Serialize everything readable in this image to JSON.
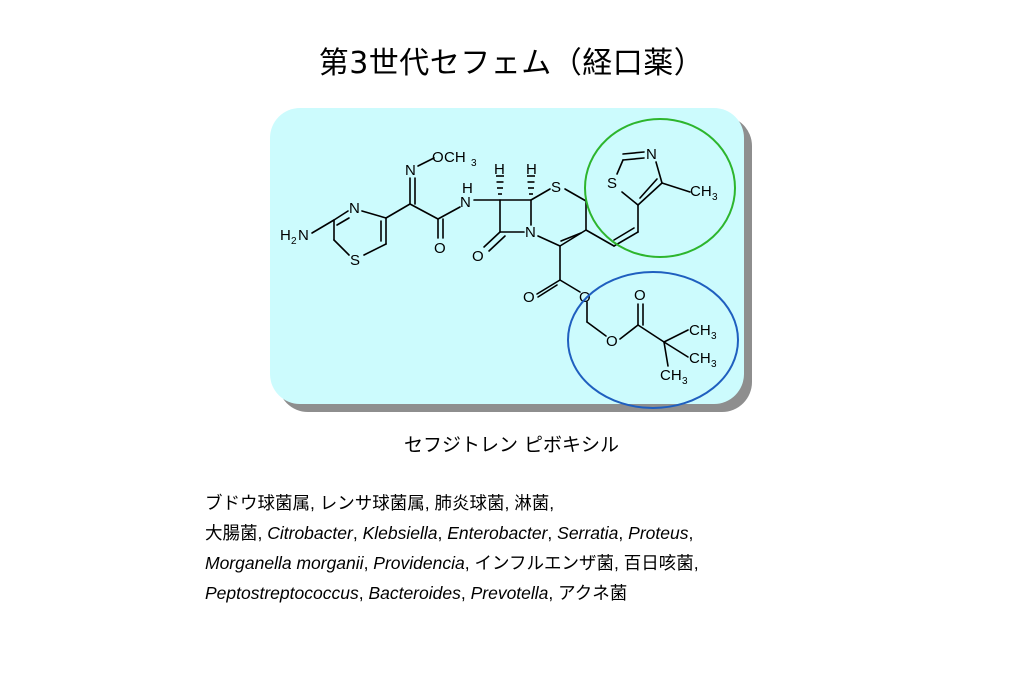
{
  "title": "第3世代セフェム（経口薬）",
  "structure": {
    "atoms": {
      "n_oxime": "N",
      "o_methoxy": "O",
      "ch3_methoxy": "CH",
      "ch3_methoxy_sub": "3",
      "h_nh": "H",
      "n_amide": "N",
      "h_alpha": "H",
      "h_beta": "H",
      "s_dihydrothiazine": "S",
      "n_thiazole_left": "N",
      "s_thiazole_left": "S",
      "h2n": "H",
      "h2n_sub": "2",
      "h2n_n": "N",
      "o_amide": "O",
      "o_lactam": "O",
      "n_lactam": "N",
      "o_ester_carbonyl": "O",
      "o_ester": "O",
      "o_acyloxy": "O",
      "o_pivaloyl": "O",
      "ch3_a": "CH",
      "ch3_a_sub": "3",
      "ch3_b": "CH",
      "ch3_b_sub": "3",
      "ch3_c": "CH",
      "ch3_c_sub": "3",
      "n_thiazole_right": "N",
      "s_thiazole_right": "S",
      "ch3_thiazole": "CH",
      "ch3_thiazole_sub": "3"
    },
    "highlights": {
      "green_circle": "#2db52d",
      "blue_circle": "#1f5fbf"
    }
  },
  "caption": "セフジトレン ピボキシル",
  "spectrum": {
    "line1": [
      "ブドウ球菌属",
      ", ",
      "レンサ球菌属",
      ", ",
      "肺炎球菌",
      ", ",
      "淋菌",
      ","
    ],
    "line2": [
      "大腸菌",
      ", ",
      "Citrobacter",
      ", ",
      "Klebsiella",
      ", ",
      "Enterobacter",
      ", ",
      "Serratia",
      ", ",
      "Proteus",
      ","
    ],
    "line3": [
      "Morganella morganii",
      ", ",
      "Providencia",
      ", ",
      "インフルエンザ菌",
      ", ",
      "百日咳菌",
      ","
    ],
    "line4": [
      "Peptostreptococcus",
      ", ",
      "Bacteroides",
      ", ",
      "Prevotella",
      ", ",
      "アクネ菌"
    ]
  }
}
